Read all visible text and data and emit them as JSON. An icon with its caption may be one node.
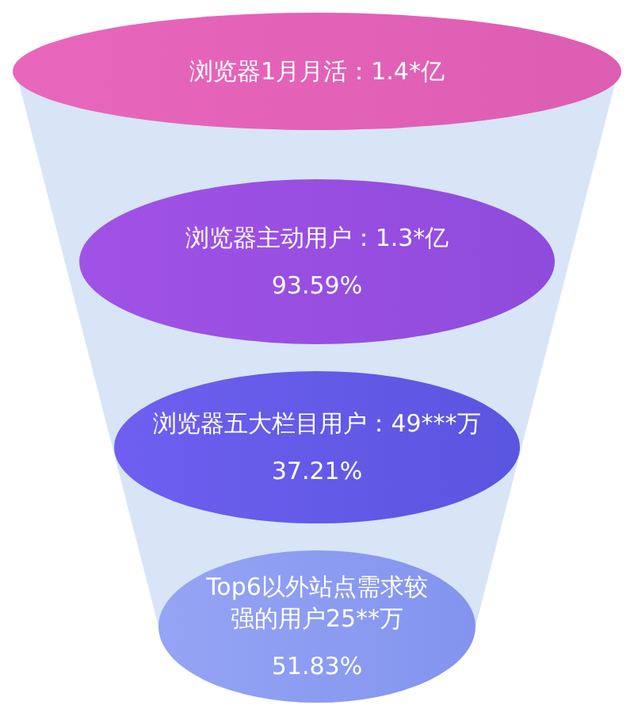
{
  "diagram": {
    "nodes": [
      {
        "text": [
          "浏览器1月月活：1.4*亿"
        ]
      },
      {
        "text": [
          "浏览器主动用户：1.3*亿",
          "93.59%"
        ]
      },
      {
        "text": [
          "浏览器五大栏目用户：49***万",
          "37.21%"
        ]
      },
      {
        "text": [
          "Top6以外站点需求较强的用户25**万",
          "51.83%"
        ]
      }
    ]
  }
}
